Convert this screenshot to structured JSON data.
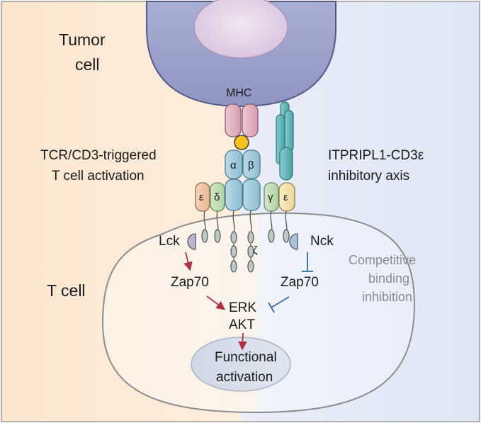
{
  "labels": {
    "tumor_line1": "Tumor",
    "tumor_line2": "cell",
    "mhc": "MHC",
    "tcr_line1": "TCR/CD3-triggered",
    "tcr_line2": "T cell activation",
    "itpripl1_line1": "ITPRIPL1-CD3ε",
    "itpripl1_line2": "inhibitory axis",
    "t_cell": "T cell",
    "lck": "Lck",
    "nck": "Nck",
    "zap70_left": "Zap70",
    "zap70_right": "Zap70",
    "erk": "ERK",
    "akt": "AKT",
    "functional_line1": "Functional",
    "functional_line2": "activation",
    "competitive_line1": "Competitive",
    "competitive_line2": "binding",
    "competitive_line3": "inhibition"
  },
  "subunits": {
    "alpha": "α",
    "beta": "β",
    "epsilon_left": "ε",
    "delta": "δ",
    "gamma": "γ",
    "epsilon_right": "ε",
    "zeta": "ζ"
  },
  "colors": {
    "left_bg": "#fbe6cf",
    "right_bg": "#e3e9f6",
    "tumor_fill": "#9fa4cc",
    "tumor_nucleus": "#e3d3e8",
    "mhc_pink": "#e2b0c0",
    "peptide_yellow": "#f3c21c",
    "tcr_blue": "#9ec9da",
    "itpripl1_teal": "#5fb5b8",
    "activation_arrow": "#b03040",
    "inhibition_line": "#2e6f9c"
  }
}
